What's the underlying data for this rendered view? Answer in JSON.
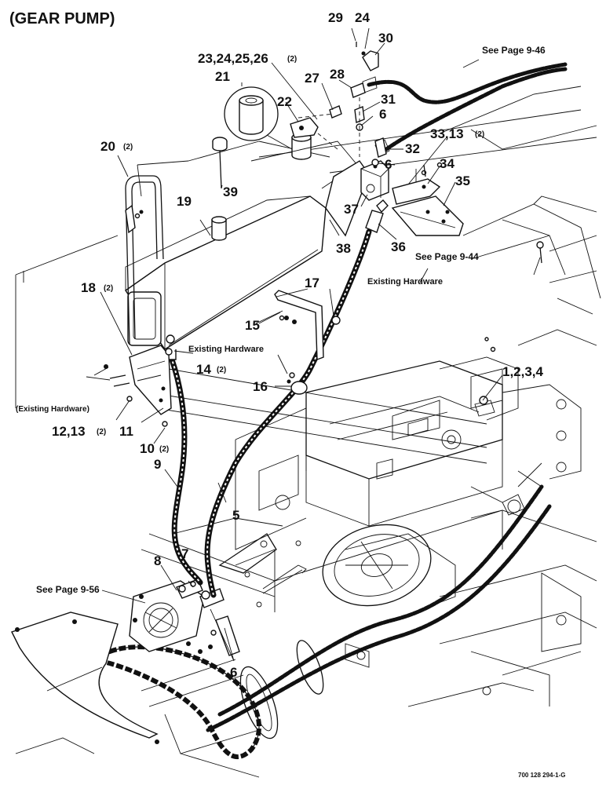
{
  "title": "(GEAR PUMP)",
  "part_code": "700 128 294-1-G",
  "callouts": {
    "c29": "29",
    "c24": "24",
    "c30": "30",
    "c23": "23,24,25,26",
    "c23_qty": "(2)",
    "c21": "21",
    "c22": "22",
    "c27": "27",
    "c28": "28",
    "c31": "31",
    "c6a": "6",
    "c6b": "6",
    "c6c": "6",
    "c32": "32",
    "c33": "33,13",
    "c33_qty": "(2)",
    "c34": "34",
    "c35": "35",
    "c20": "20",
    "c20_qty": "(2)",
    "c39": "39",
    "c19": "19",
    "c37": "37",
    "c38": "38",
    "c36": "36",
    "c18": "18",
    "c18_qty": "(2)",
    "c17": "17",
    "c15": "15",
    "c14": "14",
    "c14_qty": "(2)",
    "c16": "16",
    "c1": "1,2,3,4",
    "c12": "12,13",
    "c12_qty": "(2)",
    "c11": "11",
    "c10": "10",
    "c10_qty": "(2)",
    "c9": "9",
    "c5": "5",
    "c8": "8",
    "c7": "7"
  },
  "notes": {
    "see_946": "See Page 9-46",
    "see_944": "See Page 9-44",
    "see_956": "See Page 9-56",
    "existing_1": "Existing Hardware",
    "existing_2": "Existing Hardware",
    "existing_3": "(Existing Hardware)"
  }
}
